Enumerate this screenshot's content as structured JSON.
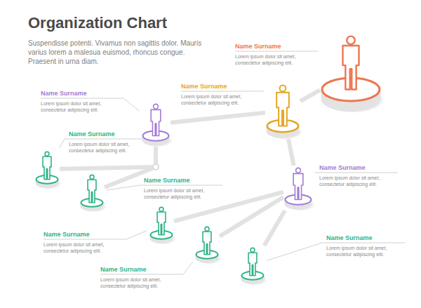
{
  "diagram": {
    "title": "Organization Chart",
    "caption": "Suspendisse potenti. Vivamus non sagittis dolor. Mauris varius lorem a malesua euismod, rhoncus congue. Praesent in urna diam.",
    "nodes": [
      {
        "text": [
          "Name Surname",
          "Lorem ipsum dolor sit amet, consectetur adipiscing elit."
        ]
      },
      {
        "text": [
          "Name Surname",
          "Lorem ipsum dolor sit amet, consectetur adipiscing elit."
        ]
      },
      {
        "text": [
          "Name Surname",
          "Lorem ipsum dolor sit amet, consectetur adipiscing elit."
        ]
      },
      {
        "text": [
          "Name Surname",
          "Lorem ipsum dolor sit amet, consectetur adipiscing elit."
        ]
      },
      {
        "text": [
          "Name Surname",
          "Lorem ipsum dolor sit amet, consectetur adipiscing elit."
        ]
      },
      {
        "text": [
          "Name Surname",
          "Lorem ipsum dolor sit amet, consectetur adipiscing elit."
        ]
      },
      {
        "text": [
          "Name Surname",
          "Lorem ipsum dolor sit amet, consectetur adipiscing elit."
        ]
      },
      {
        "text": [
          "Name Surname",
          "Lorem ipsum dolor sit amet, consectetur adipiscing elit."
        ]
      },
      {
        "text": [
          "Name Surname",
          "Lorem ipsum dolor sit amet, consectetur adipiscing elit."
        ]
      }
    ],
    "edges": [
      {
        "from": 0,
        "to": 1,
        "arrow": "none"
      },
      {
        "from": 1,
        "to": 2,
        "arrow": "none"
      },
      {
        "from": 1,
        "to": 4,
        "arrow": "none"
      },
      {
        "from": 2,
        "to": 3,
        "arrow": "none"
      },
      {
        "from": 2,
        "to": 5,
        "arrow": "none"
      },
      {
        "from": 4,
        "to": 6,
        "arrow": "none"
      },
      {
        "from": 4,
        "to": 8,
        "arrow": "none"
      },
      {
        "from": 4,
        "to": 7,
        "arrow": "none"
      }
    ]
  }
}
